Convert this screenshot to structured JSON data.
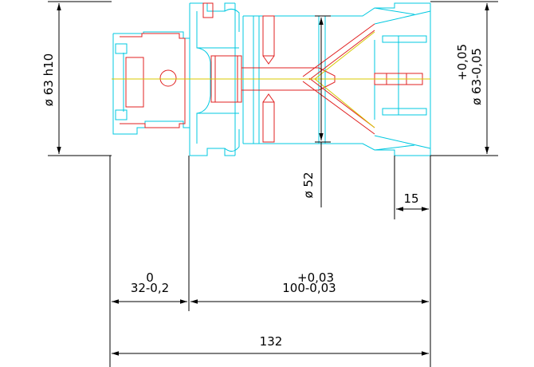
{
  "drawing": {
    "dimensions": {
      "left_diameter": "ø 63 h10",
      "right_diameter": "ø 63-0,05",
      "right_diameter_tol": "+0,05",
      "bore_diameter": "ø 52",
      "end_length": "15",
      "flange_length_tol": "0",
      "flange_length": "32-0,2",
      "body_length_tol": "+0,03",
      "body_length": "100-0,03",
      "total_length": "132"
    },
    "colors": {
      "outline": "#00c8e0",
      "hidden": "#e02020",
      "center": "#d8c800",
      "dim": "#000000",
      "bg": "#ffffff"
    }
  }
}
